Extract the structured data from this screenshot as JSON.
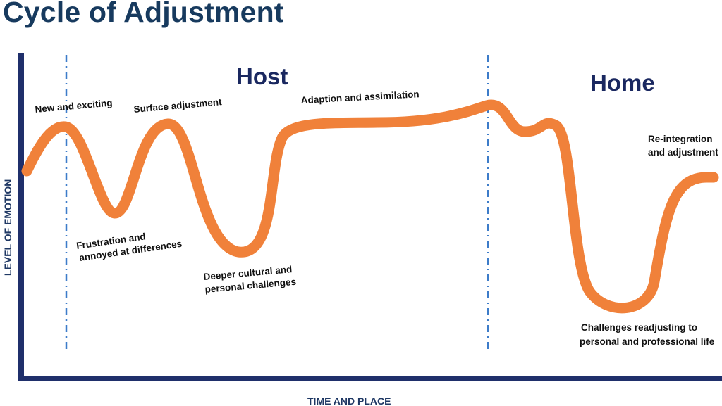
{
  "title": "Cycle of Adjustment",
  "sections": {
    "host": "Host",
    "home": "Home"
  },
  "axes": {
    "y_label": "LEVEL OF EMOTION",
    "x_label": "TIME AND PLACE"
  },
  "annotations": {
    "new_and_exciting": "New and exciting",
    "surface_adjustment": "Surface adjustment",
    "adaption_and_assimilation": "Adaption and assimilation",
    "frustration_line1": "Frustration and",
    "frustration_line2": "annoyed at differences",
    "deeper_line1": "Deeper cultural and",
    "deeper_line2": "personal challenges",
    "reintegration_line1": "Re-integration",
    "reintegration_line2": "and adjustment",
    "challenges_line1": "Challenges readjusting to",
    "challenges_line2": "personal and professional life"
  },
  "colors": {
    "curve": "#f0813a",
    "axis": "#1f2f6b",
    "divider": "#3d7cc9",
    "title": "#173a5e",
    "section_label": "#1a2860"
  }
}
